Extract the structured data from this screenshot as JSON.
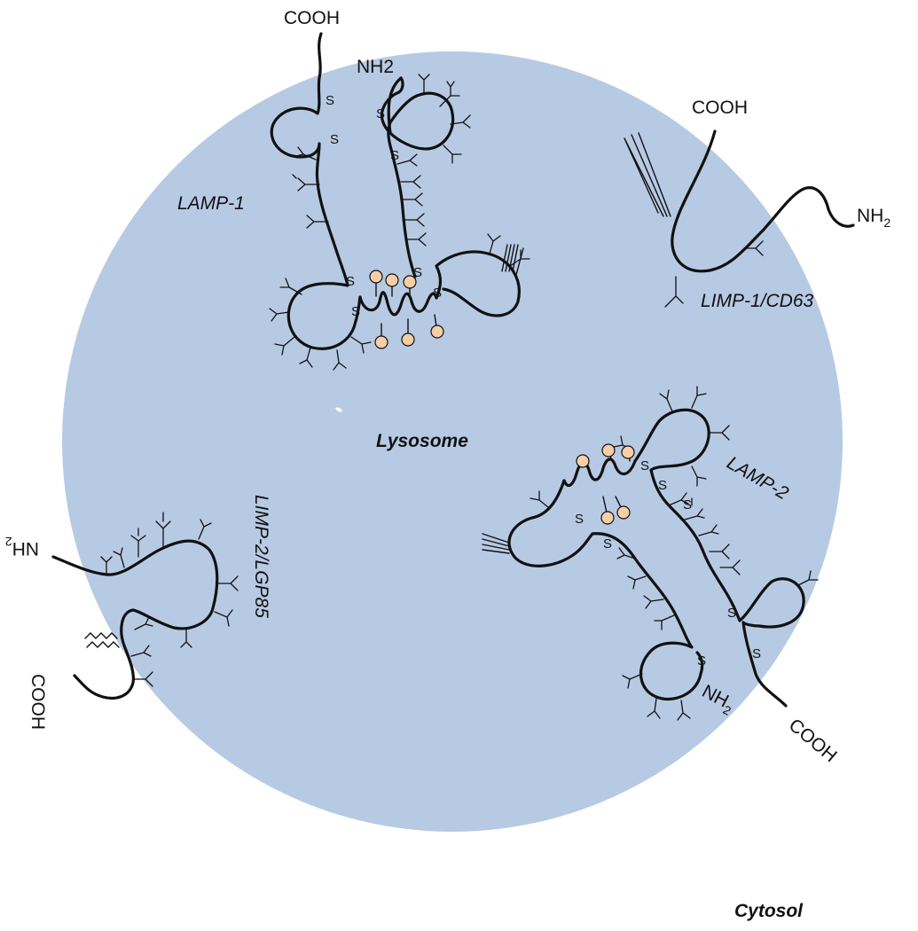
{
  "compartments": {
    "lysosome": "Lysosome",
    "cytosol": "Cytosol"
  },
  "proteins": {
    "lamp1": {
      "name": "LAMP-1",
      "cterm": "COOH",
      "nterm": "NH2"
    },
    "limp1": {
      "name": "LIMP-1/CD63",
      "cterm": "COOH",
      "nterm": "NH",
      "nterm_sub": "2"
    },
    "limp2": {
      "name": "LIMP-2/LGP85",
      "cterm": "COOH",
      "nterm": "NH",
      "nterm_sub": "2"
    },
    "lamp2": {
      "name": "LAMP-2",
      "cterm": "COOH",
      "nterm": "NH",
      "nterm_sub": "2"
    }
  },
  "bond_label": "S",
  "colors": {
    "lysosome_fill": "#b7cae4",
    "lipid_fill": "#f6cfa6",
    "chain": "#111111"
  }
}
